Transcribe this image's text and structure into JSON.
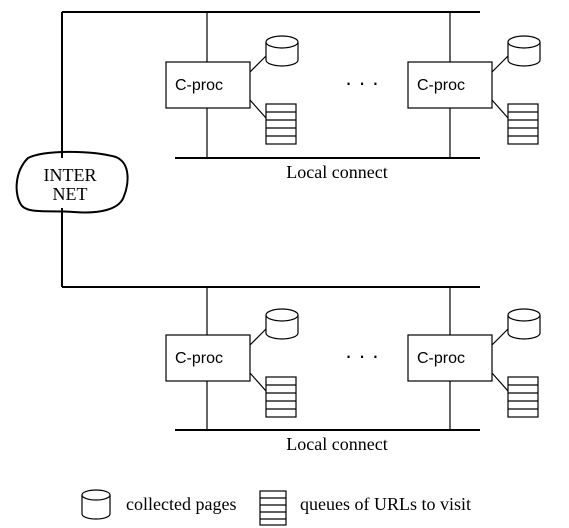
{
  "internet": {
    "label_line1": "INTER",
    "label_line2": "NET"
  },
  "upper_cluster": {
    "proc_left_label": "C-proc",
    "proc_right_label": "C-proc",
    "ellipsis": "· · ·",
    "local_connect_label": "Local connect"
  },
  "lower_cluster": {
    "proc_left_label": "C-proc",
    "proc_right_label": "C-proc",
    "ellipsis": "· · ·",
    "local_connect_label": "Local connect"
  },
  "legend": {
    "collected_pages_label": "collected pages",
    "queues_label": "queues of URLs to visit",
    "collected_pages_icon": "cylinder-icon",
    "queues_icon": "stacked-queue-icon"
  }
}
